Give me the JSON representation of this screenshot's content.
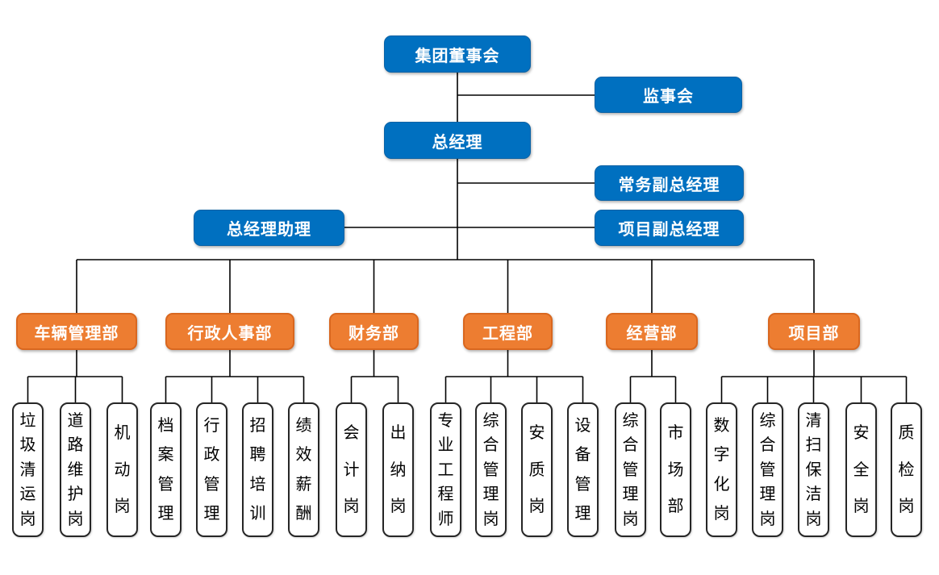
{
  "org": {
    "board": "集团董事会",
    "supervisory": "监事会",
    "gm": "总经理",
    "exec_deputy_gm": "常务副总经理",
    "gm_assistant": "总经理助理",
    "project_deputy_gm": "项目副总经理",
    "departments": [
      {
        "label": "车辆管理部",
        "positions": [
          "垃圾清运岗",
          "道路维护岗",
          "机动岗"
        ]
      },
      {
        "label": "行政人事部",
        "positions": [
          "档案管理",
          "行政管理",
          "招聘培训",
          "绩效薪酬"
        ]
      },
      {
        "label": "财务部",
        "positions": [
          "会计岗",
          "出纳岗"
        ]
      },
      {
        "label": "工程部",
        "positions": [
          "专业工程师",
          "综合管理岗",
          "安质岗",
          "设备管理"
        ]
      },
      {
        "label": "经营部",
        "positions": [
          "综合管理岗",
          "市场部"
        ]
      },
      {
        "label": "项目部",
        "positions": [
          "数字化岗",
          "综合管理岗",
          "清扫保洁岗",
          "安全岗",
          "质检岗"
        ]
      }
    ]
  },
  "colors": {
    "node_blue": "#0070C0",
    "node_orange": "#ED7D31",
    "position_border": "#262626",
    "connector": "#000000"
  }
}
